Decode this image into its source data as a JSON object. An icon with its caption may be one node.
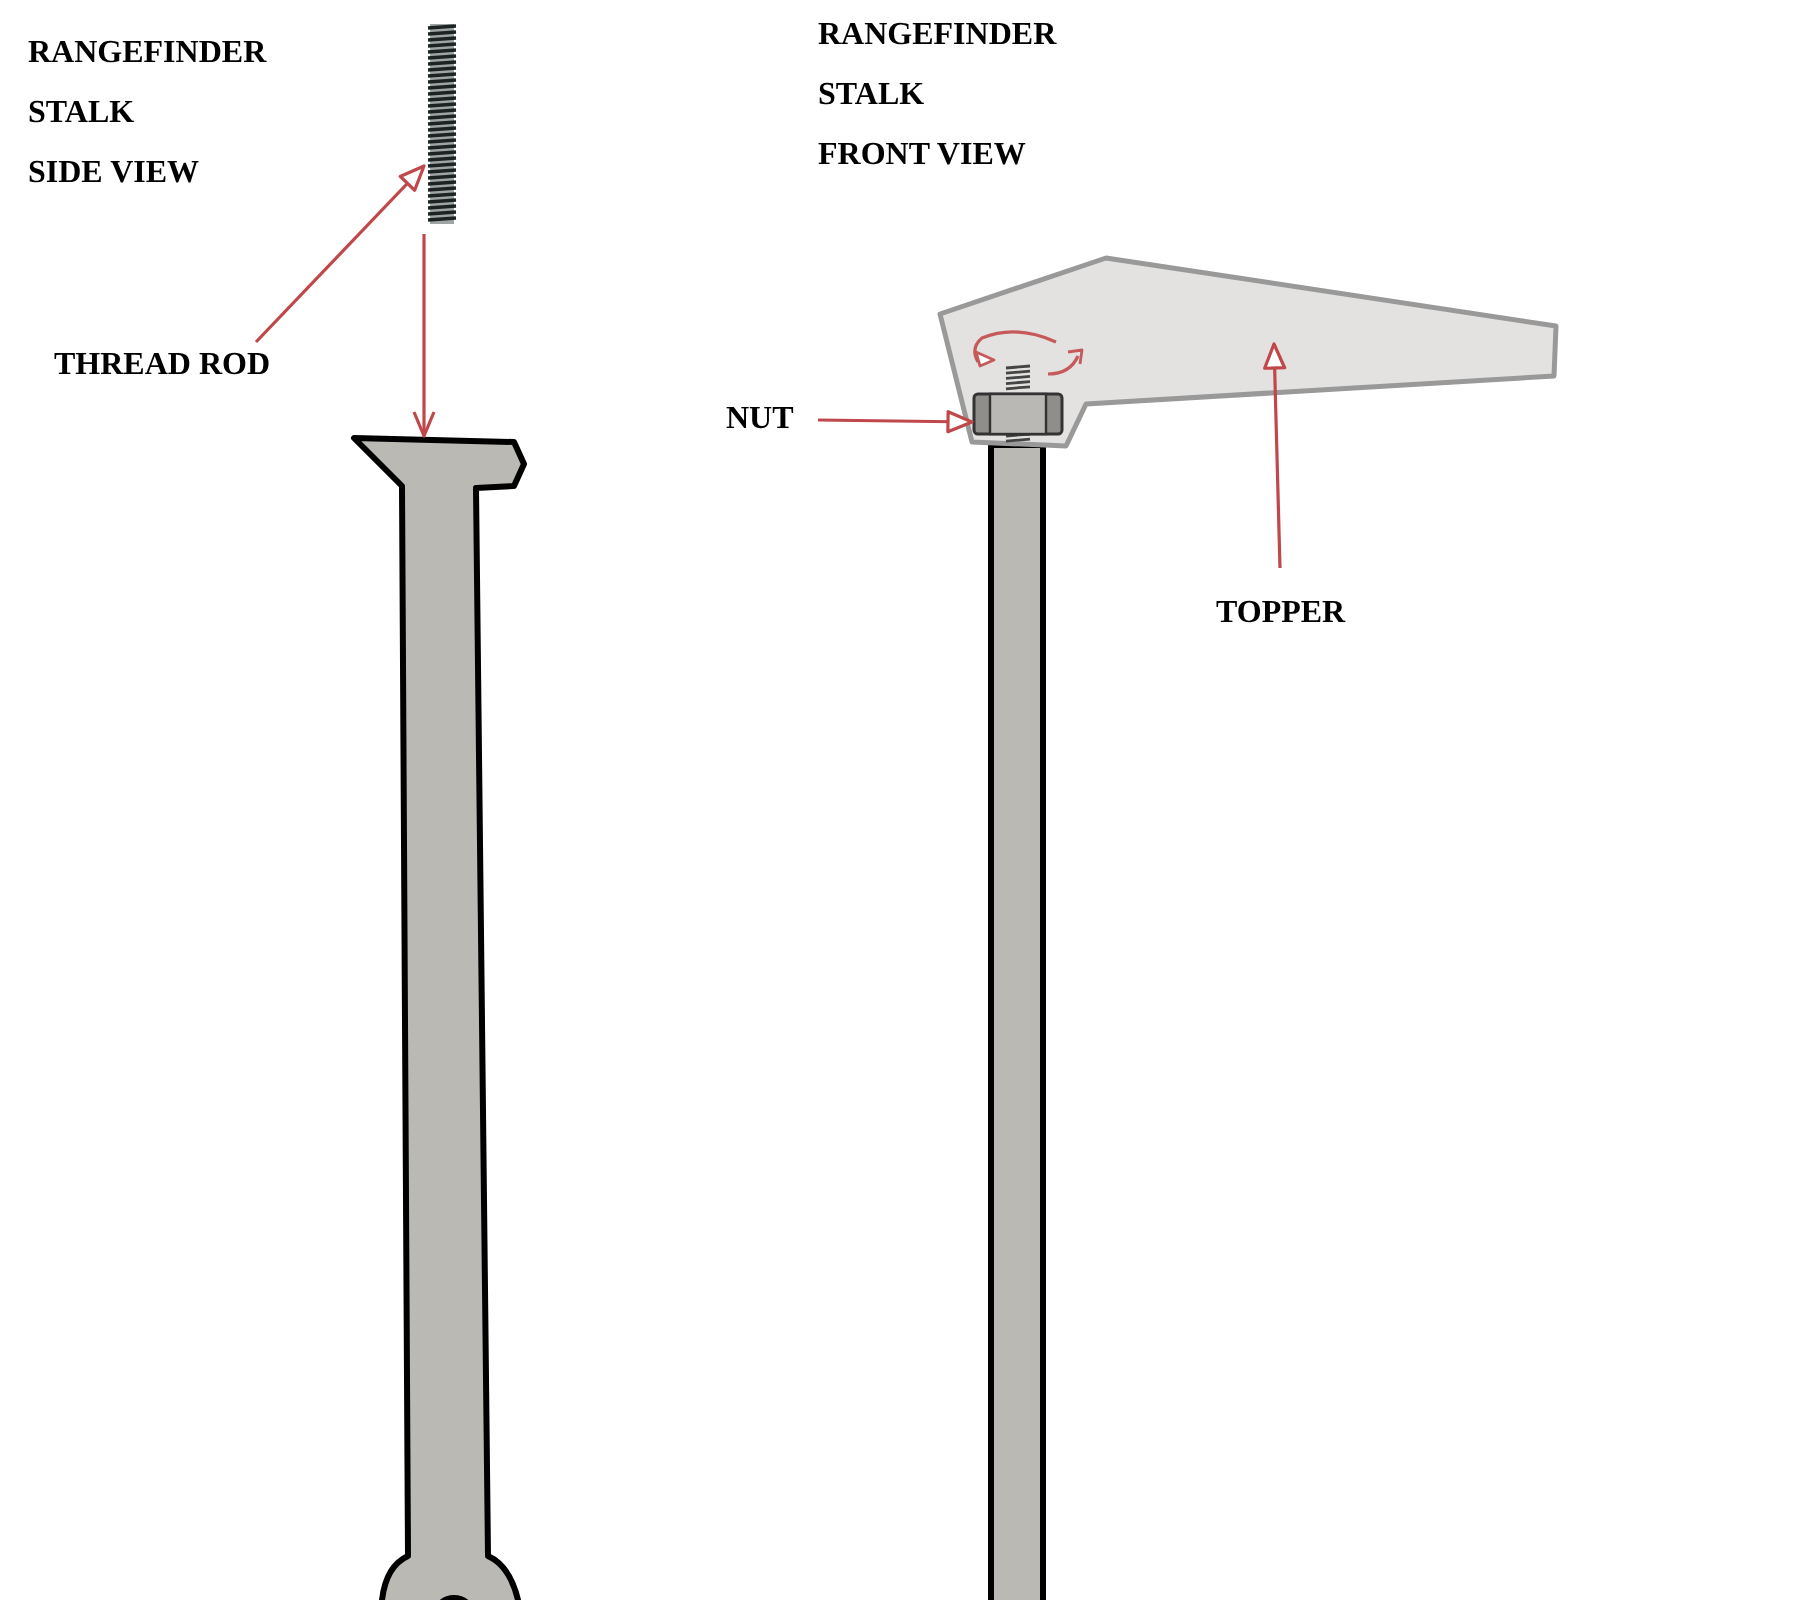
{
  "diagram": {
    "nodes": [
      {
        "text": [
          "THREAD ROD"
        ]
      },
      {
        "text": [],
        "shape": "picture"
      },
      {
        "text": [],
        "shape": "picture"
      },
      {
        "text": [
          "NUT"
        ]
      },
      {
        "text": [],
        "shape": "picture",
        "in": 6
      },
      {
        "text": [
          "TOPPER"
        ]
      },
      {
        "text": [],
        "shape": "picture"
      },
      {
        "text": [],
        "shape": "bar"
      }
    ],
    "edges": [
      {
        "from": 0,
        "to": 1,
        "arrow": "to"
      },
      {
        "from": 1,
        "to": 2,
        "arrow": "to"
      },
      {
        "from": 3,
        "to": 4,
        "arrow": "to"
      },
      {
        "from": 5,
        "to": 6,
        "arrow": "to"
      }
    ],
    "labels": [
      "RANGEFINDER",
      "STALK",
      "SIDE VIEW",
      "RANGEFINDER",
      "STALK",
      "FRONT VIEW"
    ]
  }
}
